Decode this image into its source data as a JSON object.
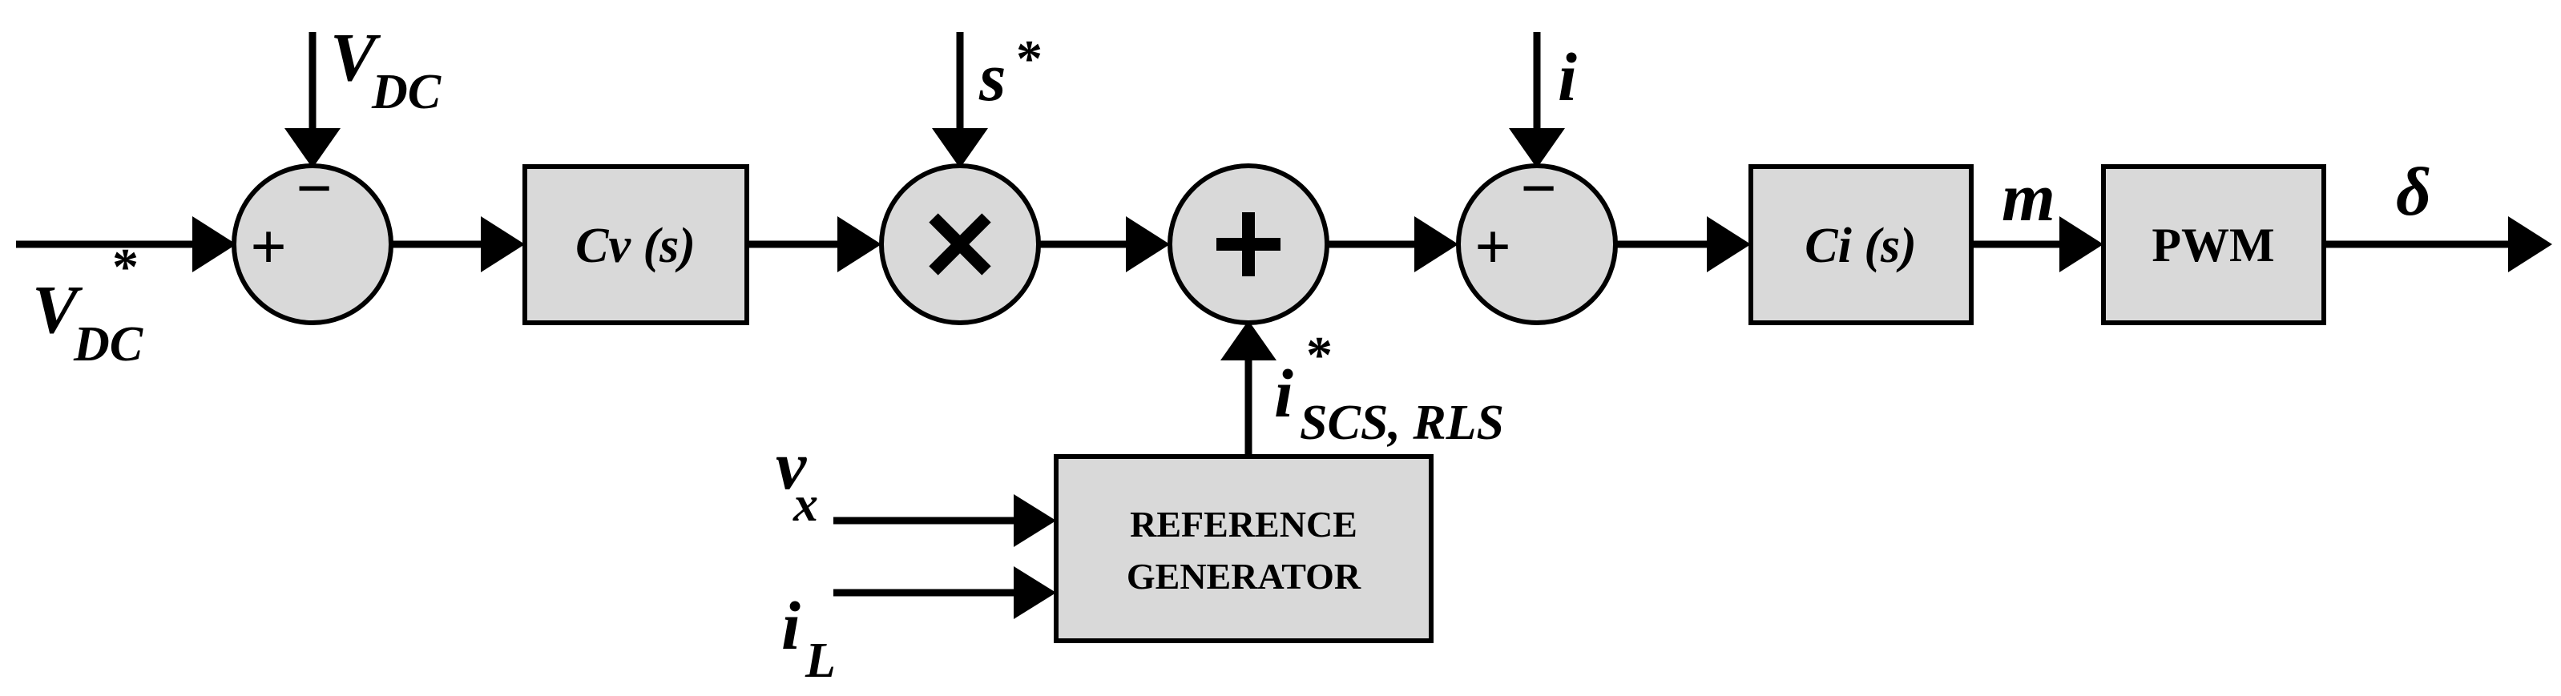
{
  "blocks": {
    "cv": "Cv (s)",
    "ci": "Ci (s)",
    "pwm": "PWM",
    "ref_line1": "REFERENCE",
    "ref_line2": "GENERATOR"
  },
  "summers": {
    "sum1_plus": "+",
    "sum1_minus": "−",
    "sum3_plus": "+",
    "sum3_minus": "−"
  },
  "signals": {
    "vdc_ref_main": "V",
    "vdc_ref_sub": "DC",
    "vdc_ref_sup": "*",
    "vdc_fb_main": "V",
    "vdc_fb_sub": "DC",
    "s_ref_main": "s",
    "s_ref_sup": "*",
    "i_fb": "i",
    "isrc_main": "i",
    "isrc_sup": "*",
    "isrc_sub": "SCS, RLS",
    "m": "m",
    "delta": "δ",
    "vx_main": "v",
    "vx_sub": "x",
    "il_main": "i",
    "il_sub": "L"
  }
}
